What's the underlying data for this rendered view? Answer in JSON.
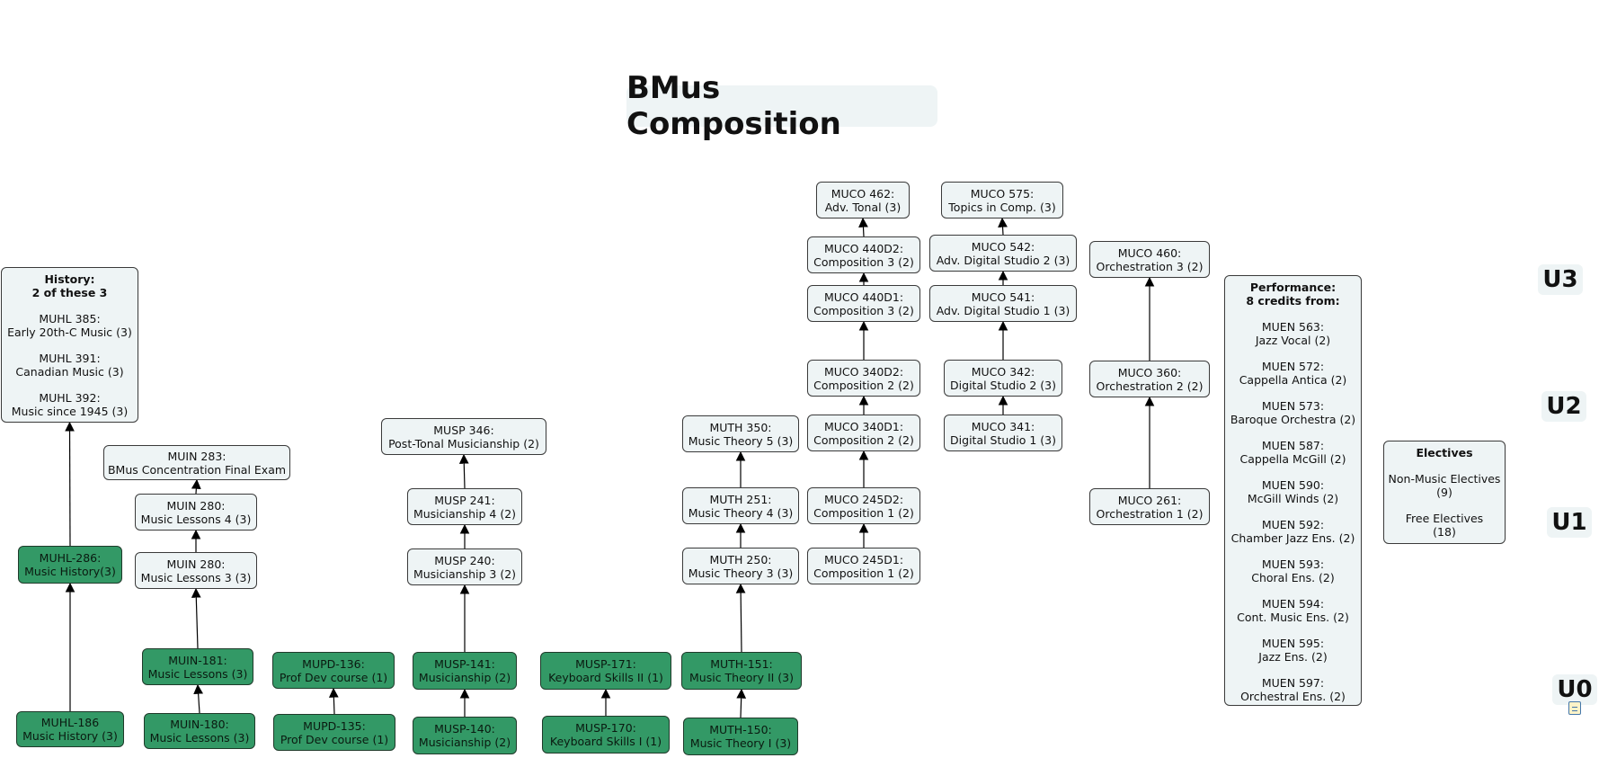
{
  "title": "BMus Composition",
  "levels": [
    "U3",
    "U2",
    "U1",
    "U0"
  ],
  "history_box": {
    "heading": "History:",
    "subheading": "2 of these 3",
    "courses": [
      {
        "code": "MUHL 385:",
        "name": "Early 20th-C Music (3)"
      },
      {
        "code": "MUHL 391:",
        "name": "Canadian Music (3)"
      },
      {
        "code": "MUHL 392:",
        "name": "Music since 1945 (3)"
      }
    ]
  },
  "performance_box": {
    "heading": "Performance:",
    "subheading": "8 credits from:",
    "courses": [
      {
        "code": "MUEN 563:",
        "name": "Jazz Vocal (2)"
      },
      {
        "code": "MUEN 572:",
        "name": "Cappella Antica (2)"
      },
      {
        "code": "MUEN 573:",
        "name": "Baroque Orchestra (2)"
      },
      {
        "code": "MUEN 587:",
        "name": "Cappella McGill (2)"
      },
      {
        "code": "MUEN 590:",
        "name": "McGill Winds (2)"
      },
      {
        "code": "MUEN 592:",
        "name": "Chamber Jazz Ens. (2)"
      },
      {
        "code": "MUEN 593:",
        "name": "Choral Ens. (2)"
      },
      {
        "code": "MUEN 594:",
        "name": "Cont. Music Ens. (2)"
      },
      {
        "code": "MUEN 595:",
        "name": "Jazz Ens. (2)"
      },
      {
        "code": "MUEN 597:",
        "name": "Orchestral Ens. (2)"
      }
    ]
  },
  "electives_box": {
    "heading": "Electives",
    "items": [
      {
        "line1": "Non-Music Electives",
        "line2": "(9)"
      },
      {
        "line1": "Free Electives",
        "line2": "(18)"
      }
    ]
  },
  "courses": {
    "muhl186": {
      "line1": "MUHL-186",
      "line2": "Music History (3)"
    },
    "muhl286": {
      "line1": "MUHL-286:",
      "line2": "Music History(3)"
    },
    "muin180": {
      "line1": "MUIN-180:",
      "line2": "Music Lessons (3)"
    },
    "muin181": {
      "line1": "MUIN-181:",
      "line2": "Music Lessons (3)"
    },
    "muin280a": {
      "line1": "MUIN 280:",
      "line2": "Music Lessons 3 (3)"
    },
    "muin280b": {
      "line1": "MUIN 280:",
      "line2": "Music Lessons 4 (3)"
    },
    "muin283": {
      "line1": "MUIN 283:",
      "line2": "BMus Concentration Final Exam"
    },
    "mupd135": {
      "line1": "MUPD-135:",
      "line2": "Prof Dev course (1)"
    },
    "mupd136": {
      "line1": "MUPD-136:",
      "line2": "Prof Dev course (1)"
    },
    "musp140": {
      "line1": "MUSP-140:",
      "line2": "Musicianship (2)"
    },
    "musp141": {
      "line1": "MUSP-141:",
      "line2": "Musicianship (2)"
    },
    "musp240": {
      "line1": "MUSP 240:",
      "line2": "Musicianship 3 (2)"
    },
    "musp241": {
      "line1": "MUSP 241:",
      "line2": "Musicianship 4 (2)"
    },
    "musp346": {
      "line1": "MUSP 346:",
      "line2": "Post-Tonal Musicianship (2)"
    },
    "musp170": {
      "line1": "MUSP-170:",
      "line2": "Keyboard Skills I (1)"
    },
    "musp171": {
      "line1": "MUSP-171:",
      "line2": "Keyboard Skills II (1)"
    },
    "muth150": {
      "line1": "MUTH-150:",
      "line2": "Music Theory I (3)"
    },
    "muth151": {
      "line1": "MUTH-151:",
      "line2": "Music Theory II (3)"
    },
    "muth250": {
      "line1": "MUTH 250:",
      "line2": "Music Theory 3 (3)"
    },
    "muth251": {
      "line1": "MUTH 251:",
      "line2": "Music Theory 4 (3)"
    },
    "muth350": {
      "line1": "MUTH 350:",
      "line2": "Music Theory 5 (3)"
    },
    "muco245d1": {
      "line1": "MUCO 245D1:",
      "line2": "Composition 1 (2)"
    },
    "muco245d2": {
      "line1": "MUCO 245D2:",
      "line2": "Composition 1 (2)"
    },
    "muco340d1": {
      "line1": "MUCO 340D1:",
      "line2": "Composition 2 (2)"
    },
    "muco340d2": {
      "line1": "MUCO 340D2:",
      "line2": "Composition 2 (2)"
    },
    "muco440d1": {
      "line1": "MUCO 440D1:",
      "line2": "Composition 3 (2)"
    },
    "muco440d2": {
      "line1": "MUCO 440D2:",
      "line2": "Composition 3 (2)"
    },
    "muco462": {
      "line1": "MUCO 462:",
      "line2": "Adv. Tonal (3)"
    },
    "muco341": {
      "line1": "MUCO 341:",
      "line2": "Digital Studio 1 (3)"
    },
    "muco342": {
      "line1": "MUCO 342:",
      "line2": "Digital Studio 2 (3)"
    },
    "muco541": {
      "line1": "MUCO 541:",
      "line2": "Adv. Digital Studio 1 (3)"
    },
    "muco542": {
      "line1": "MUCO 542:",
      "line2": "Adv. Digital Studio 2 (3)"
    },
    "muco575": {
      "line1": "MUCO 575:",
      "line2": "Topics in Comp. (3)"
    },
    "muco261": {
      "line1": "MUCO 261:",
      "line2": "Orchestration 1 (2)"
    },
    "muco360": {
      "line1": "MUCO 360:",
      "line2": "Orchestration 2 (2)"
    },
    "muco460": {
      "line1": "MUCO 460:",
      "line2": "Orchestration 3 (2)"
    }
  },
  "colors": {
    "core": "#339966",
    "advanced": "#eef4f5",
    "border": "#3a3a3a"
  },
  "icons": [
    "document-icon"
  ]
}
